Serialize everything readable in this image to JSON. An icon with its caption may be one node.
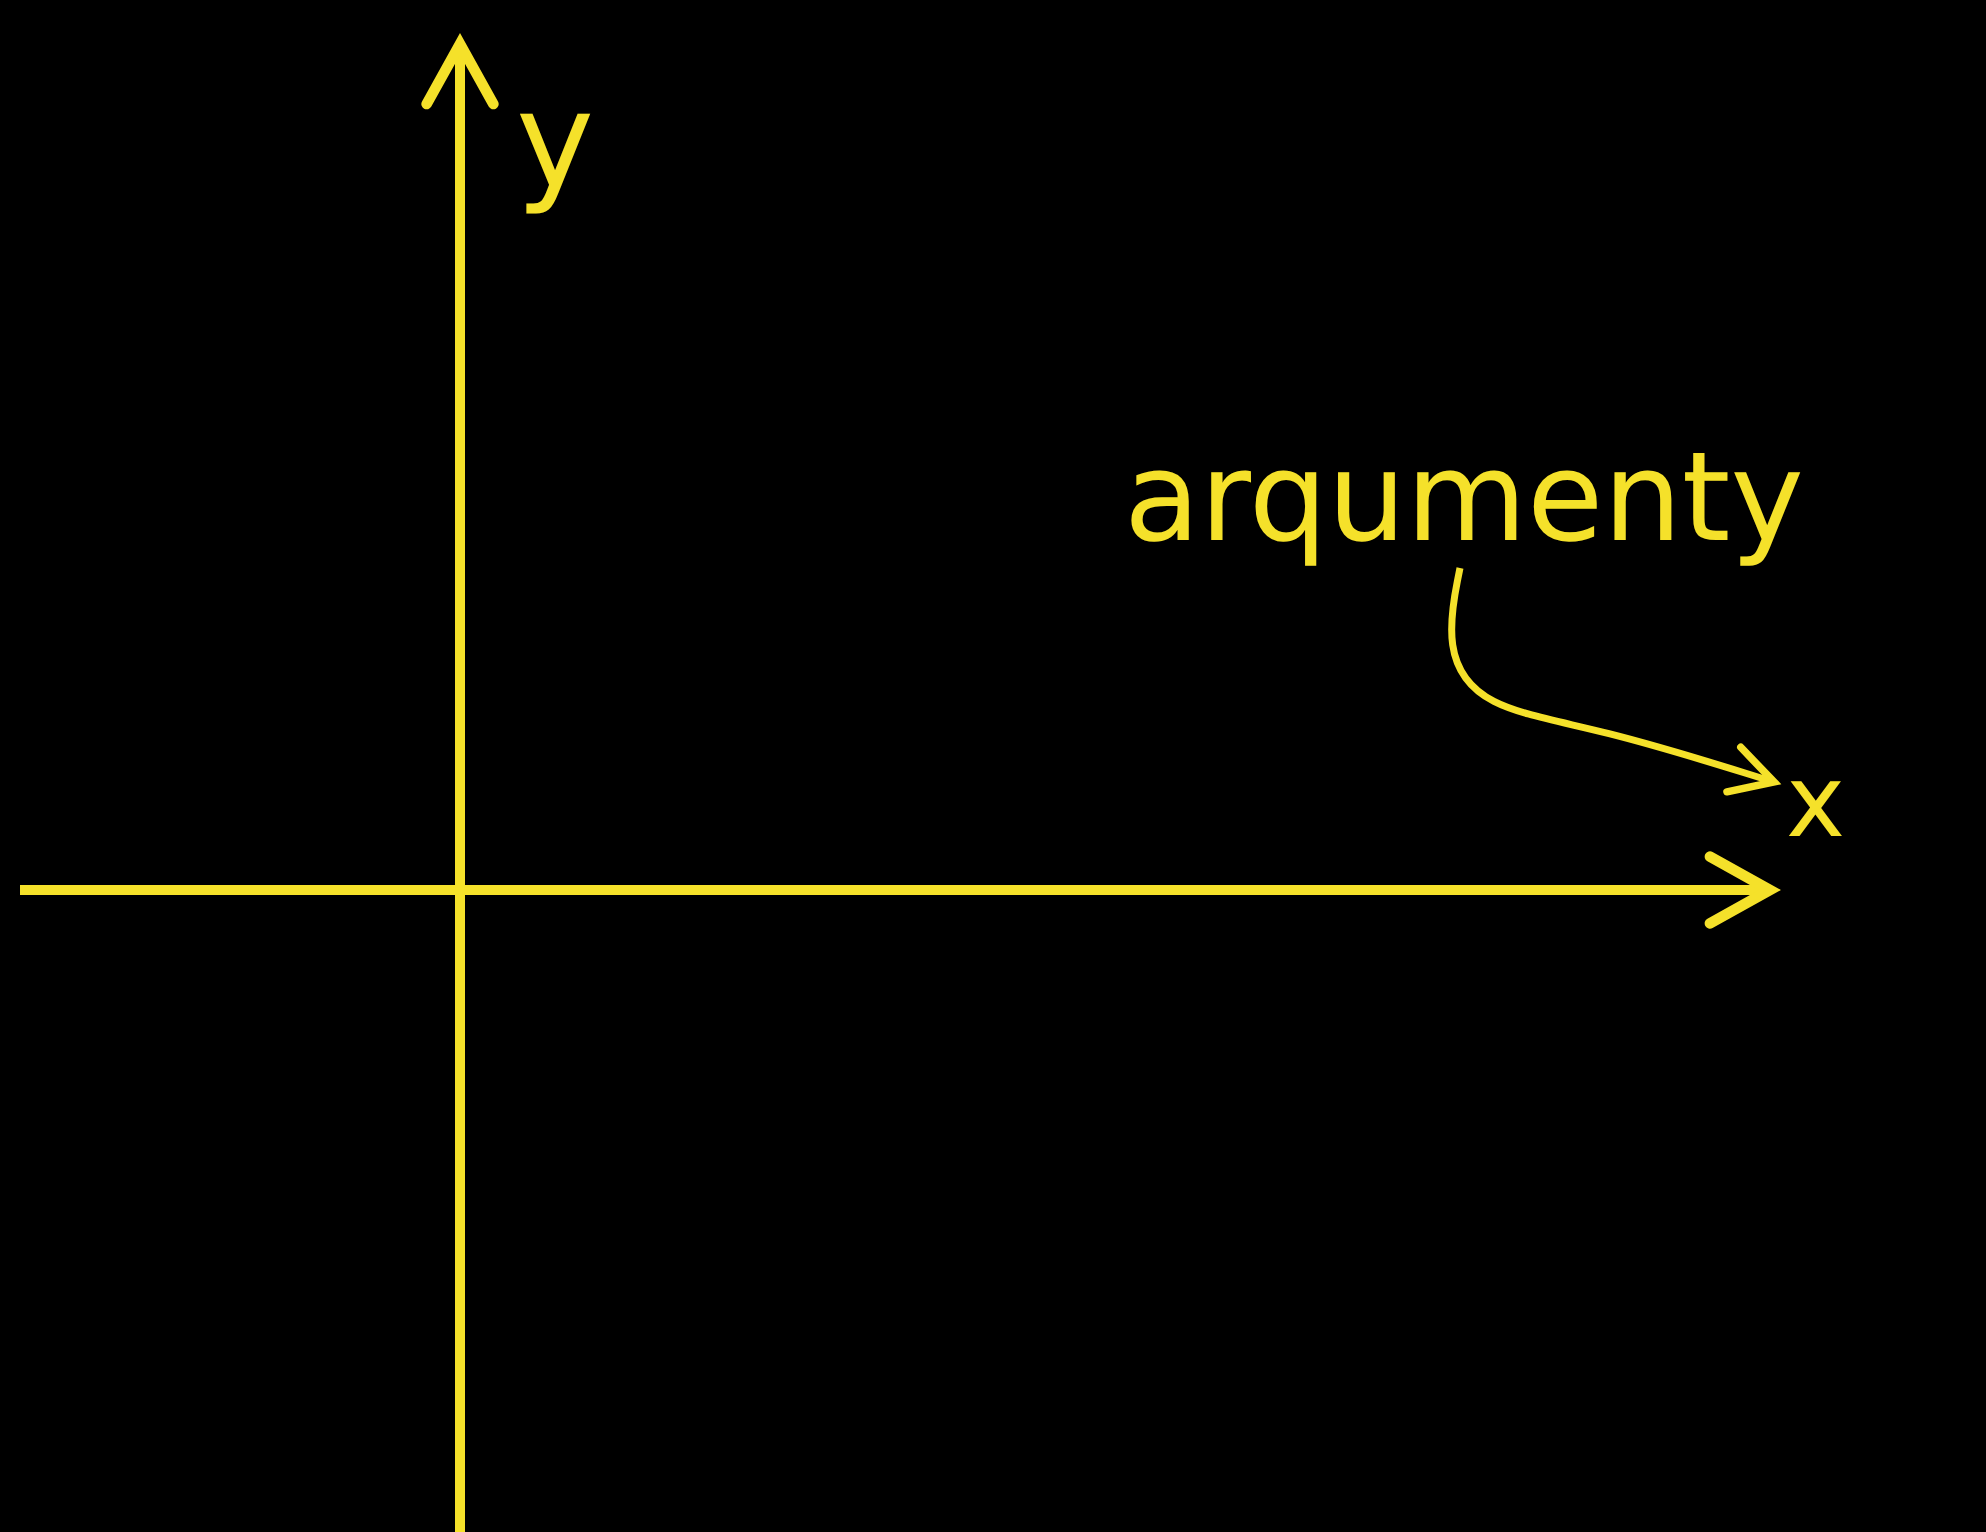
{
  "diagram": {
    "nodes": [
      {
        "text": [
          "arqumenty"
        ]
      },
      {
        "text": [
          "x"
        ]
      }
    ],
    "edges": [
      {
        "from": 0,
        "to": 1,
        "arrow": "to"
      }
    ],
    "labels": [
      "y"
    ]
  }
}
